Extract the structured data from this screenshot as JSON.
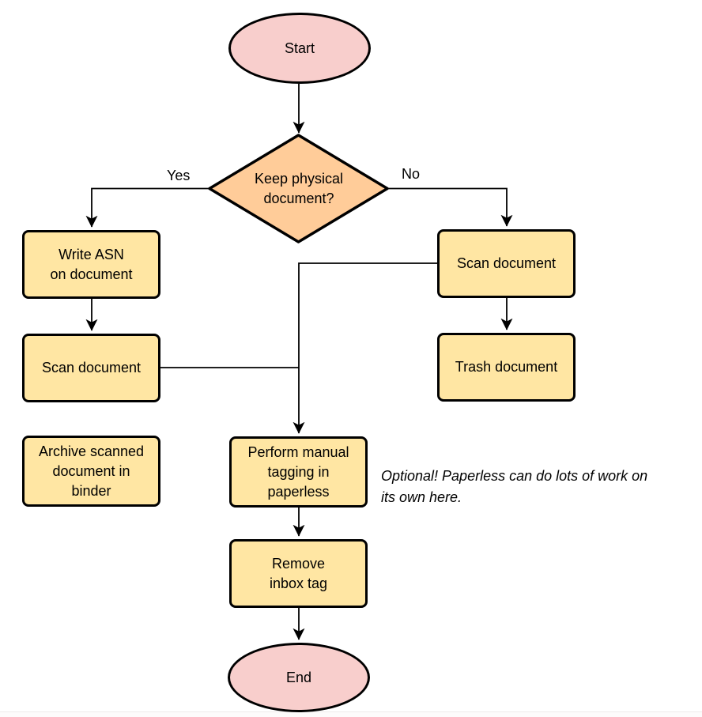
{
  "diagram": {
    "type": "flowchart",
    "nodes": {
      "start": {
        "label": "Start",
        "shape": "ellipse"
      },
      "decision": {
        "label": "Keep physical\ndocument?",
        "shape": "diamond"
      },
      "write_asn": {
        "label": "Write ASN\non document",
        "shape": "process"
      },
      "scan_left": {
        "label": "Scan document",
        "shape": "process"
      },
      "archive": {
        "label": "Archive scanned\ndocument in\nbinder",
        "shape": "process"
      },
      "scan_right": {
        "label": "Scan document",
        "shape": "process"
      },
      "trash": {
        "label": "Trash document",
        "shape": "process"
      },
      "tagging": {
        "label": "Perform manual\ntagging in\npaperless",
        "shape": "process"
      },
      "remove_inbox": {
        "label": "Remove\ninbox tag",
        "shape": "process"
      },
      "end": {
        "label": "End",
        "shape": "ellipse"
      }
    },
    "edge_labels": {
      "yes": "Yes",
      "no": "No"
    },
    "edges": [
      "start -> decision",
      "decision -Yes-> write_asn",
      "decision -No-> scan_right",
      "write_asn -> scan_left",
      "scan_left -> tagging",
      "scan_right -> trash",
      "scan_right -> tagging",
      "tagging -> remove_inbox",
      "remove_inbox -> end"
    ],
    "note": "Optional! Paperless can do lots of work on\nits own here.",
    "colors": {
      "terminal_fill": "#f8cecc",
      "decision_fill": "#ffcc99",
      "process_fill": "#ffe6a3",
      "border": "#000000",
      "connector": "#000000"
    }
  }
}
